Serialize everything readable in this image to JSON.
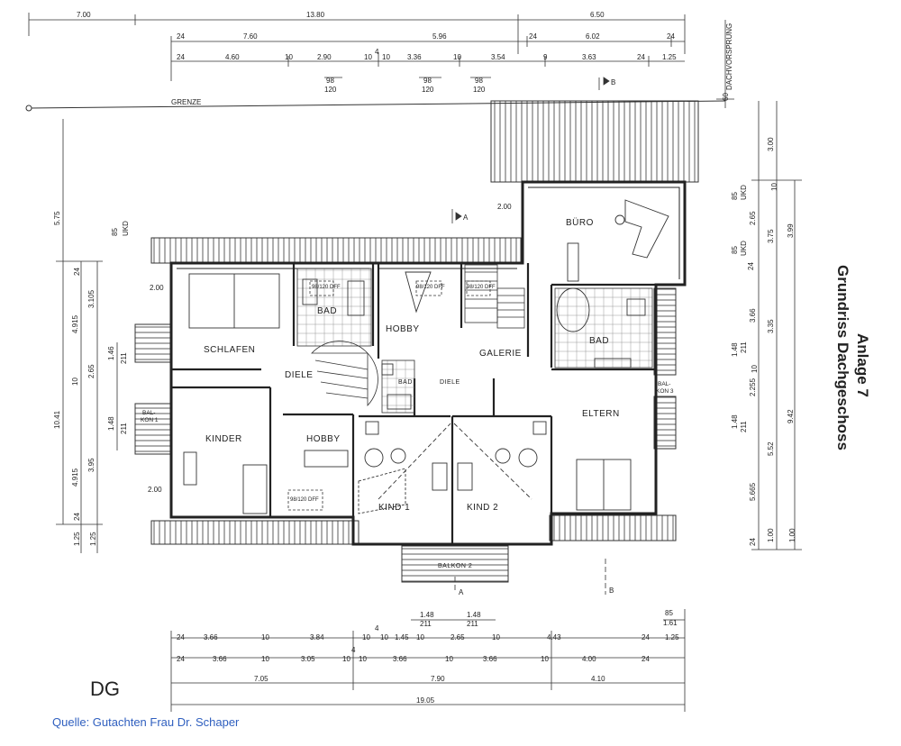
{
  "title": {
    "line1": "Anlage 7",
    "line2": "Grundriss Dachgeschoss"
  },
  "source_note": "Quelle: Gutachten Frau Dr. Schaper",
  "floor_mark": "DG",
  "labels": {
    "grenze": "GRENZE",
    "dachvorsprung": "DACHVORSPRUNG",
    "section_a": "A",
    "section_b": "B"
  },
  "rooms": {
    "schlafen": "SCHLAFEN",
    "diele_left": "DIELE",
    "kinder": "KINDER",
    "hobby_lower": "HOBBY",
    "hobby_upper": "HOBBY",
    "bad_top_left": "BAD",
    "bad_small": "BAD",
    "diele_center": "DIELE",
    "galerie": "GALERIE",
    "buero": "BÜRO",
    "bad_right": "BAD",
    "eltern": "ELTERN",
    "kind1": "KIND 1",
    "kind2": "KIND 2",
    "balkon1": "BAL-\nKON 1",
    "balkon2": "BALKON 2",
    "balkon3": "BAL-\nKON 3"
  },
  "dims_top": {
    "row1": [
      "7.00",
      "13.80",
      "6.50"
    ],
    "row2": [
      "24",
      "7.60",
      "5.96",
      "24",
      "6.02",
      "24"
    ],
    "row3": [
      "24",
      "4.60",
      "10",
      "2.90",
      "10",
      "4",
      "10",
      "3.36",
      "10",
      "3.54",
      "9",
      "3.63",
      "24",
      "1.25"
    ],
    "windows": [
      "98",
      "120",
      "98",
      "120",
      "98",
      "120"
    ],
    "right_edge": "60"
  },
  "dims_bottom": {
    "windows": [
      "1.48",
      "211",
      "1.48",
      "211"
    ],
    "small_right": [
      "85",
      "1.61"
    ],
    "row1": [
      "24",
      "3.66",
      "10",
      "3.84",
      "10",
      "4",
      "10",
      "1.45",
      "10",
      "2.65",
      "10",
      "4.43",
      "24",
      "1.25"
    ],
    "row2": [
      "24",
      "3.66",
      "10",
      "3.05",
      "10",
      "4",
      "10",
      "3.66",
      "10",
      "3.66",
      "10",
      "4.00",
      "24"
    ],
    "row3": [
      "7.05",
      "7.90",
      "4.10"
    ],
    "row4": "19.05"
  },
  "dims_left": [
    "5.75",
    "85",
    "UKD",
    "24",
    "4.915",
    "3.105",
    "1.46",
    "211",
    "2.65",
    "10",
    "1.48",
    "211",
    "10.41",
    "4.915",
    "3.95",
    "24",
    "1.25",
    "1.25",
    "2.00",
    "2.00"
  ],
  "dims_right": [
    "3.00",
    "85",
    "UKD",
    "10",
    "2.65",
    "3.75",
    "3.99",
    "85",
    "UKD",
    "24",
    "3.66",
    "3.35",
    "1.48",
    "211",
    "10",
    "2.255",
    "1.48",
    "211",
    "9.42",
    "5.52",
    "5.665",
    "24",
    "1.00",
    "1.00"
  ],
  "small_notes": [
    "98/120 DFF",
    "98/120 DFF",
    "98/120 DFF",
    "98/120 DFF",
    "2.00"
  ]
}
